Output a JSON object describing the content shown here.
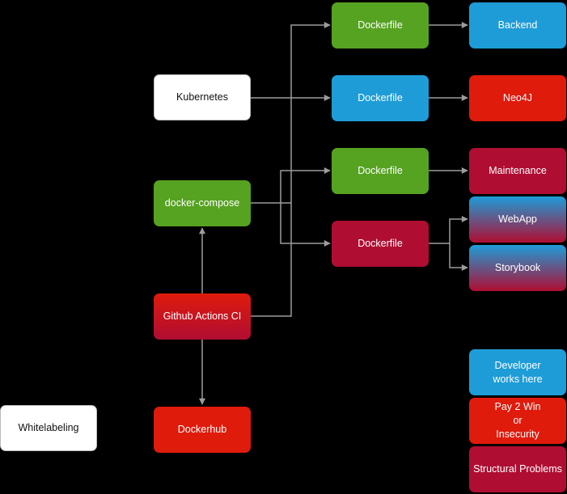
{
  "diagram": {
    "background": "#000000",
    "edge_color": "#9c9c9c",
    "colors": {
      "green": "#56a221",
      "blue": "#1e9cd7",
      "red": "#df1b0c",
      "crimson": "#b00d32",
      "white": "#ffffff"
    },
    "nodes": [
      {
        "label": "Kubernetes",
        "color": "white",
        "text": "dark"
      },
      {
        "label": "docker-compose",
        "color": "green"
      },
      {
        "label": "Github Actions CI",
        "gradient": [
          "red",
          "crimson"
        ]
      },
      {
        "label": "Dockerhub",
        "color": "red"
      },
      {
        "label": "Whitelabeling",
        "color": "white",
        "text": "dark"
      },
      {
        "label": "Dockerfile",
        "color": "green"
      },
      {
        "label": "Backend",
        "color": "blue"
      },
      {
        "label": "Dockerfile",
        "color": "blue"
      },
      {
        "label": "Neo4J",
        "color": "red"
      },
      {
        "label": "Dockerfile",
        "color": "green"
      },
      {
        "label": "Maintenance",
        "color": "crimson"
      },
      {
        "label": "Dockerfile",
        "color": "crimson"
      },
      {
        "label": "WebApp",
        "gradient": [
          "blue",
          "crimson"
        ]
      },
      {
        "label": "Storybook",
        "gradient": [
          "blue",
          "crimson"
        ]
      },
      {
        "label": "Developer\nworks here",
        "color": "blue"
      },
      {
        "label": "Pay 2 Win\nor\nInsecurity",
        "color": "red"
      },
      {
        "label": "Structural Problems",
        "color": "crimson"
      }
    ]
  }
}
